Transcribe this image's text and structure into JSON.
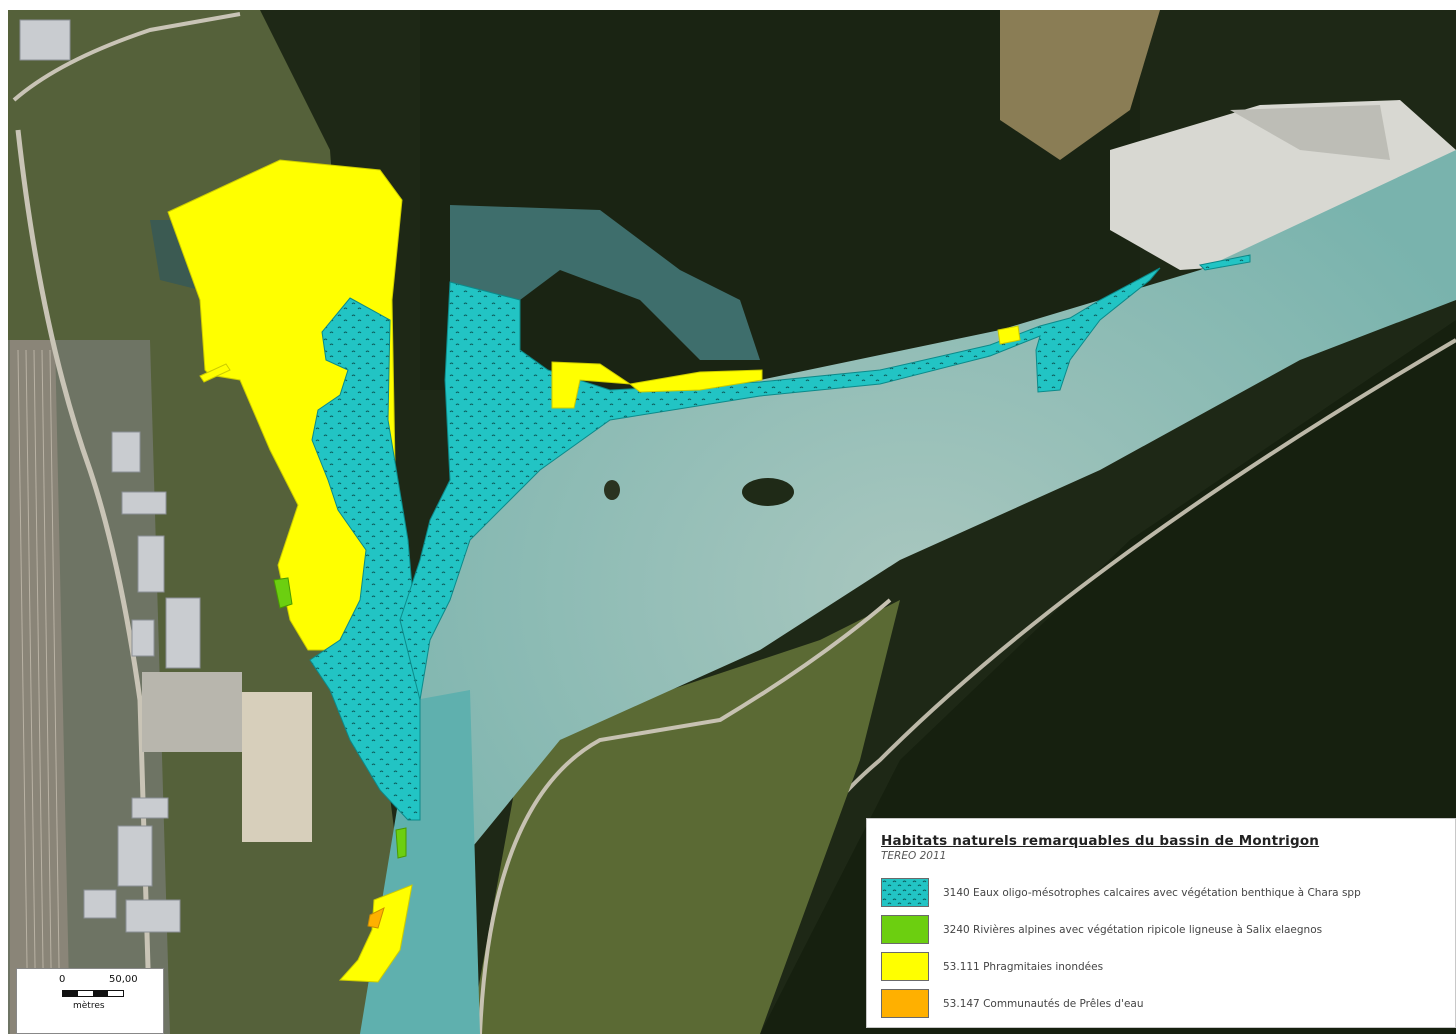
{
  "map": {
    "background": "aerial-photo",
    "colors": {
      "forest": "#1f2a17",
      "water": "#8db9b0",
      "meadow": "#5f6b3c",
      "quarry": "#d6d6d0"
    }
  },
  "legend": {
    "title": "Habitats naturels remarquables du bassin de Montrigon",
    "subtitle": "TEREO 2011",
    "items": [
      {
        "code": "3140",
        "label": "3140 Eaux oligo-mésotrophes calcaires avec végétation benthique à Chara spp",
        "color": "#22c4c4",
        "pattern": "hatched"
      },
      {
        "code": "3240",
        "label": "3240 Rivières alpines avec végétation ripicole ligneuse à Salix elaegnos",
        "color": "#6ccf10",
        "pattern": "solid"
      },
      {
        "code": "53.111",
        "label": "53.111 Phragmitaies inondées",
        "color": "#ffff00",
        "pattern": "solid"
      },
      {
        "code": "53.147",
        "label": "53.147 Communautés de Prêles d'eau",
        "color": "#ffb000",
        "pattern": "solid"
      }
    ]
  },
  "scale": {
    "zero": "0",
    "max": "50,00",
    "unit": "mètres"
  }
}
